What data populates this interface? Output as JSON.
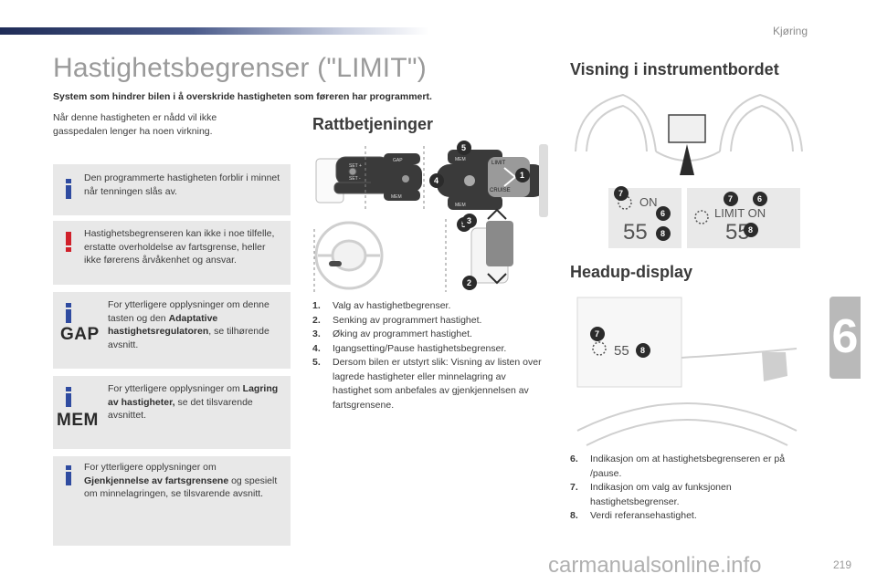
{
  "header": {
    "section": "Kjøring",
    "page_number": "219",
    "chapter": "6"
  },
  "title": "Hastighetsbegrenser (\"LIMIT\")",
  "subtitle": "System som hindrer bilen i å overskride hastigheten som føreren har programmert.",
  "intro": "Når denne hastigheten er nådd vil ikke gasspedalen lenger ha noen virkning.",
  "boxes": {
    "info1": "Den programmerte hastigheten forblir i minnet når tenningen slås av.",
    "warning": "Hastighetsbegrenseren kan ikke i noe tilfelle, erstatte overholdelse av fartsgrense, heller ikke førerens årvåkenhet og ansvar.",
    "gap": {
      "icon_word": "GAP",
      "pre": "For ytterligere opplysninger om denne tasten og den ",
      "bold": "Adaptative hastighetsregulatoren",
      "post": ", se tilhørende avsnitt."
    },
    "mem": {
      "icon_word": "MEM",
      "pre": "For ytterligere opplysninger om ",
      "bold": "Lagring av hastigheter,",
      "post": " se det tilsvarende avsnittet."
    },
    "info3": {
      "pre": "For ytterligere opplysninger om ",
      "bold": "Gjenkjennelse av fartsgrensene",
      "post": " og spesielt om minnelagringen, se tilsvarende avsnitt."
    }
  },
  "rattbetjeninger": {
    "heading": "Rattbetjeninger",
    "stalk_labels": {
      "mem": "MEM",
      "gap": "GAP",
      "limit": "LIMIT",
      "cruise": "CRUISE",
      "set_plus": "SET +",
      "set_minus": "SET -"
    },
    "items": [
      {
        "num": "1.",
        "text": "Valg av hastighetbegrenser."
      },
      {
        "num": "2.",
        "text": "Senking av programmert hastighet."
      },
      {
        "num": "3.",
        "text": "Øking av programmert hastighet."
      },
      {
        "num": "4.",
        "text": "Igangsetting/Pause hastighetsbegrenser."
      },
      {
        "num": "5.",
        "text": "Dersom bilen er utstyrt slik: Visning av listen over lagrede hastigheter eller minnelagring av hastighet som anbefales av gjenkjennelsen av fartsgrensene."
      }
    ]
  },
  "visning": {
    "heading": "Visning i instrumentbordet",
    "display1": {
      "on": "ON",
      "speed": "55"
    },
    "display2": {
      "limit_on": "LIMIT ON",
      "speed": "55"
    }
  },
  "headup": {
    "heading": "Headup-display",
    "speed": "55",
    "items": [
      {
        "num": "6.",
        "text": "Indikasjon om at hastighetsbegrenseren er på /pause."
      },
      {
        "num": "7.",
        "text": "Indikasjon om valg av funksjonen hastighetsbegrenser."
      },
      {
        "num": "8.",
        "text": "Verdi referansehastighet."
      }
    ]
  },
  "badges": {
    "b1": "1",
    "b2": "2",
    "b3": "3",
    "b4": "4",
    "b5": "5",
    "b6": "6",
    "b7": "7",
    "b8": "8"
  },
  "colors": {
    "info": "#2f4ba0",
    "warning": "#d0202a",
    "badge": "#2b2b2b",
    "box": "#e8e8e8"
  },
  "watermark": "carmanualsonline.info"
}
